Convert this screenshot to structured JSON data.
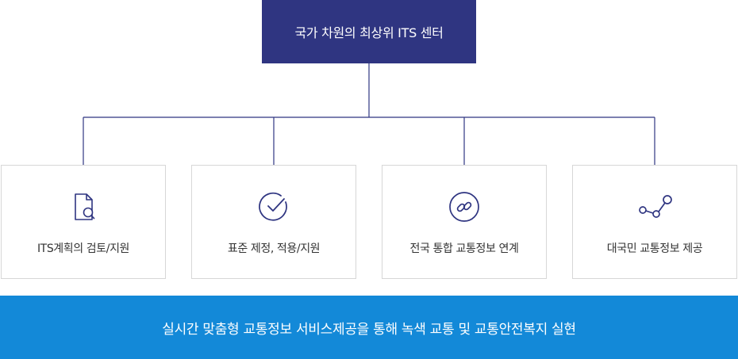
{
  "top": {
    "title": "국가 차원의 최상위 ITS 센터"
  },
  "cards": [
    {
      "label": "ITS계획의 검토/지원",
      "icon": "document-search-icon"
    },
    {
      "label": "표준 제정, 적용/지원",
      "icon": "check-circle-icon"
    },
    {
      "label": "전국 통합 교통정보 연계",
      "icon": "link-icon"
    },
    {
      "label": "대국민 교통정보 제공",
      "icon": "route-nodes-icon"
    }
  ],
  "bottom": {
    "text": "실시간 맞춤형 교통정보 서비스제공을 통해 녹색 교통 및 교통안전복지 실현"
  },
  "colors": {
    "navy": "#2f3581",
    "blue": "#1389d8",
    "line": "#2f3581",
    "border": "#d7d7d7"
  }
}
